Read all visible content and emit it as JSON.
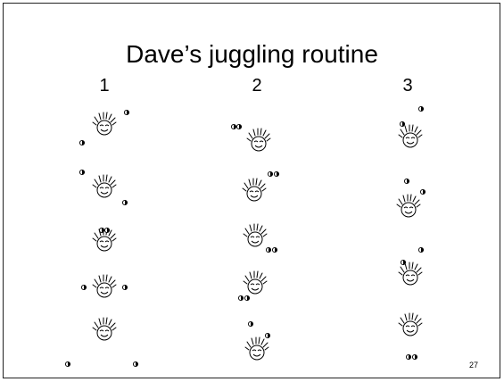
{
  "slide": {
    "title": "Dave’s juggling routine",
    "page_number": "27"
  },
  "columns": [
    {
      "label": "1"
    },
    {
      "label": "2"
    },
    {
      "label": "3"
    }
  ],
  "colors": {
    "ink": "#000000",
    "background": "#ffffff"
  },
  "icons": {
    "juggler": "smiling-face-with-spiky-hair",
    "ball": "half-shaded-ball"
  }
}
